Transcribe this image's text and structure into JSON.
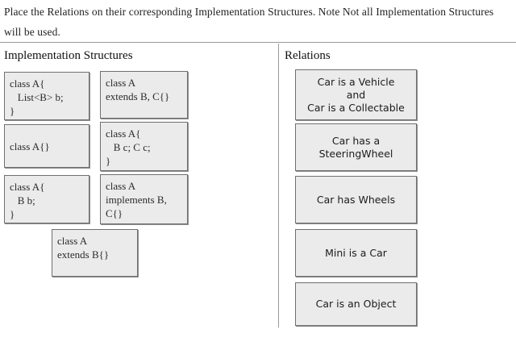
{
  "instructions": "Place the Relations on their corresponding Implementation Structures. Note Not all Implementation Structures will be used.",
  "panes": {
    "implementation": {
      "heading": "Implementation Structures",
      "boxes": [
        {
          "id": "impl-0",
          "text": "class A{\n   List<B> b;\n}"
        },
        {
          "id": "impl-1",
          "text": "class A{}"
        },
        {
          "id": "impl-2",
          "text": "class A{\n   B b;\n}"
        },
        {
          "id": "impl-3",
          "text": "class A\nextends B, C{}"
        },
        {
          "id": "impl-4",
          "text": "class A{\n   B c; C c;\n}"
        },
        {
          "id": "impl-5",
          "text": "class A\nimplements B,\nC{}"
        },
        {
          "id": "impl-6",
          "text": "class A\nextends B{}"
        }
      ]
    },
    "relations": {
      "heading": "Relations",
      "boxes": [
        {
          "id": "rel-0",
          "text": "Car is a Vehicle\nand\nCar is a Collectable"
        },
        {
          "id": "rel-1",
          "text": "Car has a\nSteeringWheel"
        },
        {
          "id": "rel-2",
          "text": "Car has Wheels"
        },
        {
          "id": "rel-3",
          "text": "Mini is a Car"
        },
        {
          "id": "rel-4",
          "text": "Car is an Object"
        }
      ]
    }
  },
  "colors": {
    "box_fill": "#ebebeb",
    "box_border": "#6f6f6f",
    "divider": "#9a9a9a",
    "page_background": "#ffffff",
    "text": "#1a1a1a"
  }
}
